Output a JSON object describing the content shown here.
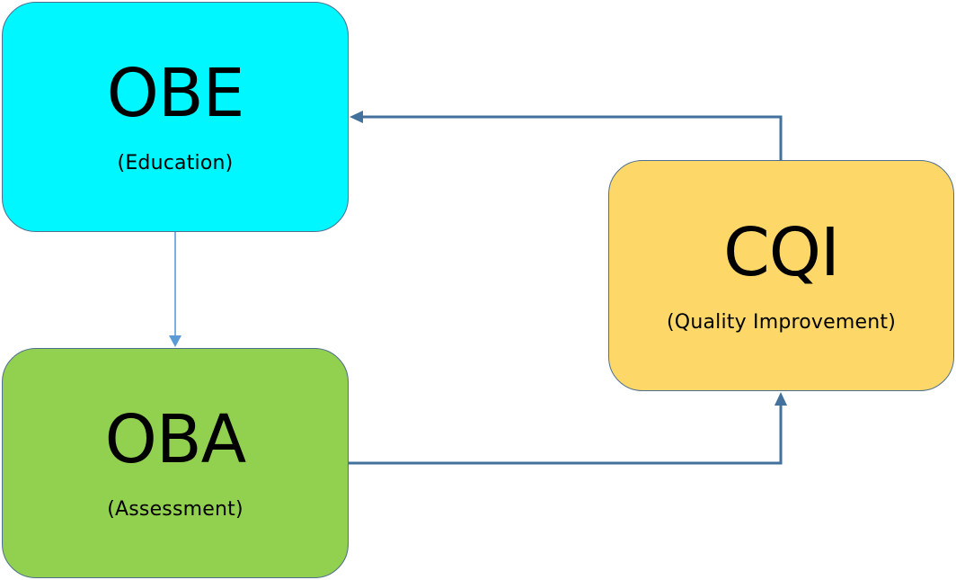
{
  "nodes": {
    "obe": {
      "title": "OBE",
      "subtitle": "(Education)",
      "color": "#00f7ff"
    },
    "oba": {
      "title": "OBA",
      "subtitle": "(Assessment)",
      "color": "#92d050"
    },
    "cqi": {
      "title": "CQI",
      "subtitle": "(Quality Improvement)",
      "color": "#fdd868"
    }
  },
  "connections": [
    {
      "from": "OBE",
      "to": "OBA",
      "color": "#5b9bd5"
    },
    {
      "from": "OBA",
      "to": "CQI",
      "color": "#41719c"
    },
    {
      "from": "CQI",
      "to": "OBE",
      "color": "#41719c"
    }
  ]
}
